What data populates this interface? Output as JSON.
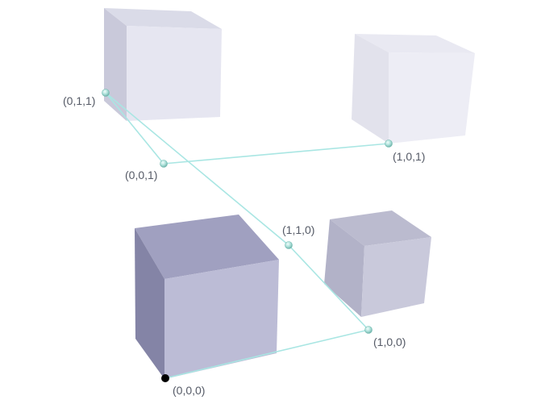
{
  "colors": {
    "background": "#ffffff",
    "edge": "#a9e6e3",
    "node_fill": "#9fd9d2",
    "node_stroke": "#6fb8ae",
    "origin": "#000000",
    "label_text": "#555a66"
  },
  "points": [
    {
      "id": "p000",
      "label": "(0,0,0)",
      "origin": true
    },
    {
      "id": "p100",
      "label": "(1,0,0)"
    },
    {
      "id": "p110",
      "label": "(1,1,0)"
    },
    {
      "id": "p001",
      "label": "(0,0,1)"
    },
    {
      "id": "p011",
      "label": "(0,1,1)"
    },
    {
      "id": "p101",
      "label": "(1,0,1)"
    }
  ],
  "edges": [
    [
      "p000",
      "p100"
    ],
    [
      "p100",
      "p110"
    ],
    [
      "p110",
      "p011"
    ],
    [
      "p011",
      "p001"
    ],
    [
      "p001",
      "p101"
    ]
  ],
  "cubes": [
    {
      "id": "cube-front-left",
      "shade": "dark"
    },
    {
      "id": "cube-front-right",
      "shade": "medium"
    },
    {
      "id": "cube-back-left",
      "shade": "light"
    },
    {
      "id": "cube-back-right",
      "shade": "lightest"
    }
  ]
}
